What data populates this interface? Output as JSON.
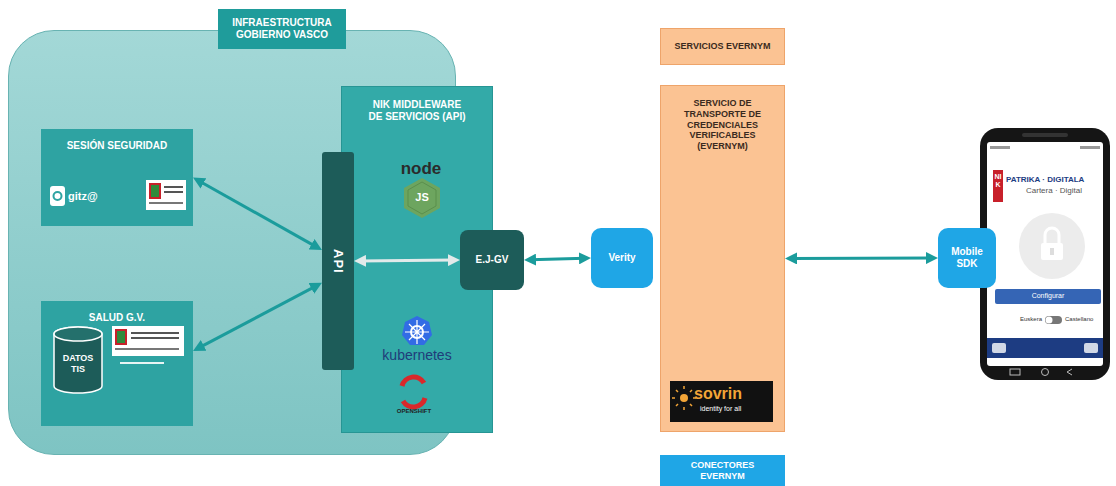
{
  "diagram": {
    "nodes": [
      {
        "text": [
          "INFRAESTRUCTURA GOBIERNO VASCO"
        ]
      },
      {
        "text": [
          "SESIÓN SEGURIDAD"
        ],
        "in": 0
      },
      {
        "text": [
          "SALUD G.V."
        ],
        "in": 0
      },
      {
        "text": [
          "DATOS TIS"
        ],
        "in": 2
      },
      {
        "text": [
          "NIK MIDDLEWARE DE SERVICIOS (API)"
        ],
        "in": 0
      },
      {
        "text": [
          "API"
        ],
        "in": 4
      },
      {
        "text": [
          "E.J-GV"
        ],
        "in": 4
      },
      {
        "text": [
          "SERVICIOS EVERNYM"
        ]
      },
      {
        "text": [
          "Verity"
        ]
      },
      {
        "text": [
          "SERVICIO DE TRANSPORTE DE CREDENCIALES VERIFICABLES (EVERNYM)"
        ]
      },
      {
        "text": [
          "CONECTORES EVERNYM"
        ]
      },
      {
        "text": [
          "Mobile SDK"
        ]
      }
    ],
    "edges": [
      {
        "from": 1,
        "to": 5,
        "arrow": "both"
      },
      {
        "from": 2,
        "to": 5,
        "arrow": "both"
      },
      {
        "from": 5,
        "to": 6,
        "arrow": "both"
      },
      {
        "from": 6,
        "to": 8,
        "arrow": "both"
      },
      {
        "from": 9,
        "to": 11,
        "arrow": "both"
      }
    ],
    "labels": [
      "gitz@",
      "node",
      "JS",
      "kubernetes",
      "OPENSHIFT",
      "sovrin",
      "identity for all",
      "NIK",
      "PATRIKA · DIGITALA",
      "Cartera · Digital",
      "Configurar",
      "Euskera",
      "Castellano"
    ]
  }
}
